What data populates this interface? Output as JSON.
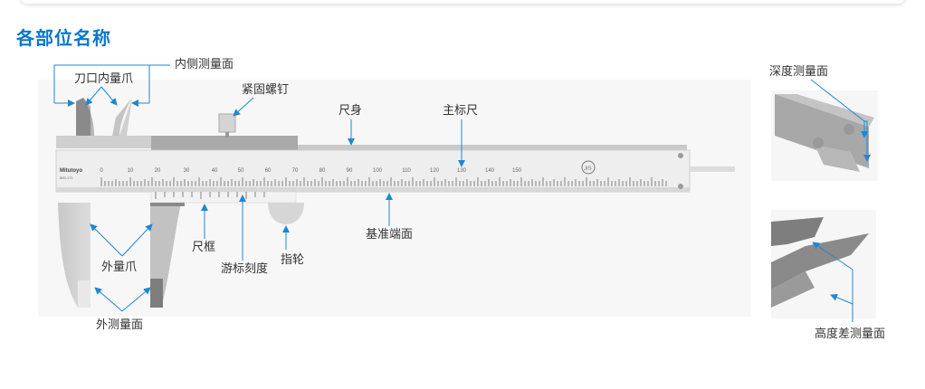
{
  "title": "各部位名称",
  "colors": {
    "accent": "#0a78c8",
    "arrow": "#1e88d0"
  },
  "labels": {
    "inner_face": "内侧测量面",
    "inner_jaw": "刀口内量爪",
    "lock_screw": "紧固螺钉",
    "main_beam": "尺身",
    "main_scale": "主标尺",
    "slider": "尺框",
    "vernier_scale": "游标刻度",
    "thumb_roller": "指轮",
    "reference_end": "基准端面",
    "outer_jaw": "外量爪",
    "outer_face": "外测量面",
    "depth_face": "深度测量面",
    "step_face": "高度差测量面"
  },
  "caliper": {
    "brand": "Mitutoyo",
    "scale_numbers": [
      "0",
      "10",
      "20",
      "30",
      "40",
      "50",
      "60",
      "70",
      "80",
      "90",
      "100",
      "110",
      "120",
      "130",
      "140",
      "150"
    ]
  }
}
